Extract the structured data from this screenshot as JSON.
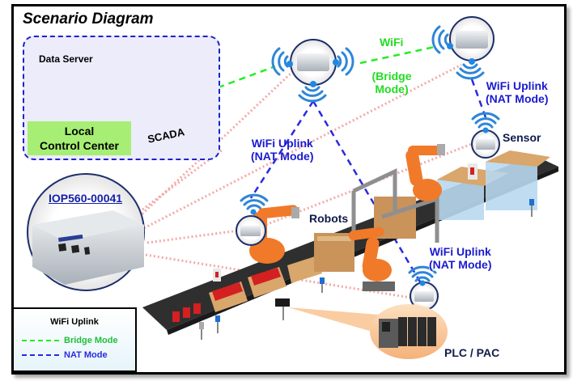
{
  "title": "Scenario Diagram",
  "colors": {
    "bridge_mode": "#22ee22",
    "nat_mode": "#1c23c8",
    "ethernet_link": "#f4a8a8",
    "local_control_bg": "#ececfb",
    "local_control_label_bg": "#a6ef74",
    "robot_orange": "#f07a2a",
    "conveyor": "#333333",
    "box": "#d9a66b"
  },
  "local_control_center": {
    "data_server_label": "Data Server",
    "scada_label": "SCADA",
    "label_line1": "Local",
    "label_line2": "Control Center"
  },
  "product": {
    "model": "IOP560-00041"
  },
  "links": {
    "wifi_bridge_line1": "WiFi",
    "wifi_bridge_line2": "(Bridge",
    "wifi_bridge_line3": "Mode)",
    "uplink_right_line1": "WiFi Uplink",
    "uplink_right_line2": "(NAT Mode)",
    "uplink_left_line1": "WiFi Uplink",
    "uplink_left_line2": "(NAT Mode)",
    "uplink_bottom_line1": "WiFi Uplink",
    "uplink_bottom_line2": "(NAT Mode)"
  },
  "devices": {
    "sensor_label": "Sensor",
    "robots_label": "Robots",
    "plc_label": "PLC / PAC"
  },
  "legend": {
    "title": "WiFi Uplink",
    "items": [
      {
        "label": "Bridge Mode",
        "color": "#22ee22"
      },
      {
        "label": "NAT Mode",
        "color": "#2a2ae0"
      }
    ]
  }
}
